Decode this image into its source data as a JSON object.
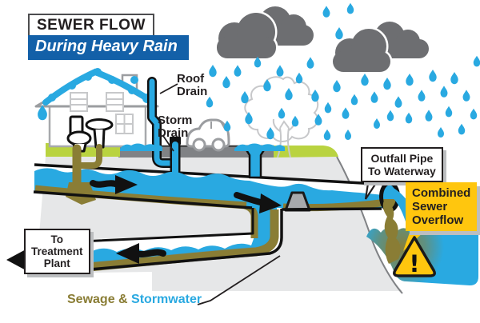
{
  "title": {
    "top": "SEWER FLOW",
    "bottom": "During Heavy Rain"
  },
  "callouts": {
    "roof_drain": {
      "line1": "Roof",
      "line2": "Drain"
    },
    "storm_drain": {
      "line1": "Storm",
      "line2": "Drain"
    },
    "outfall": {
      "line1": "Outfall Pipe",
      "line2": "To Waterway"
    },
    "combined_sewer_overflow": {
      "line1": "Combined",
      "line2": "Sewer",
      "line3": "Overflow"
    },
    "treatment": {
      "line1": "To",
      "line2": "Treatment",
      "line3": "Plant"
    },
    "legend": {
      "sewage": "Sewage &",
      "stormwater": "Stormwater"
    },
    "warning_mark": "!"
  },
  "colors": {
    "stormwater_blue": "#29a9e1",
    "sewage_olive": "#8a7d35",
    "grass_green": "#b9d340",
    "road_gray": "#808285",
    "underground_gray": "#e6e7e8",
    "cloud_gray": "#6d6e71",
    "title_blue": "#1360a8",
    "warning_yellow": "#ffc60e",
    "shadow_gray": "#bcbec0"
  }
}
